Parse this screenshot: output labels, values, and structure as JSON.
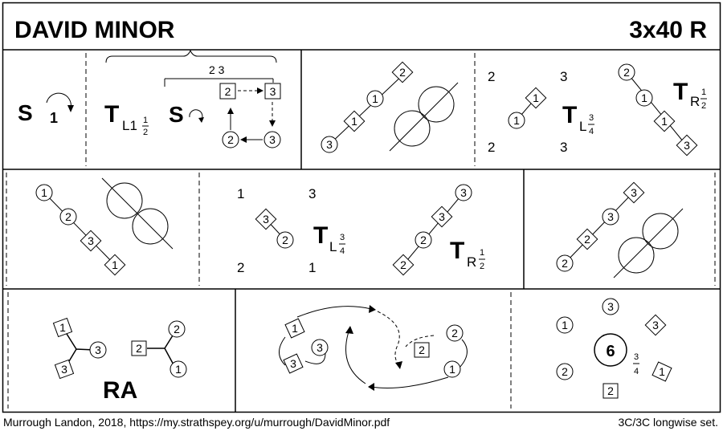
{
  "title": "DAVID MINOR",
  "bars_tempo": "3x40 R",
  "footer_credit": "Murrough Landon, 2018, https://my.strathspey.org/u/murrough/DavidMinor.pdf",
  "footer_set": "3C/3C longwise set.",
  "row1": {
    "cell1": {
      "figure": "S",
      "count": "1"
    },
    "cell2": {
      "bracket_label": "2 3",
      "turn_letter": "T",
      "turn_sub": "L1",
      "turn_frac_num": "1",
      "turn_frac_den": "2",
      "setting_letter": "S",
      "dancers": [
        "2",
        "3",
        "2",
        "3"
      ]
    },
    "cell3": {
      "dancers": [
        "2",
        "1",
        "1",
        "3"
      ]
    },
    "cell4": {
      "positions": [
        "2",
        "3",
        "2",
        "3"
      ],
      "turn1_letter": "T",
      "turn1_sub": "L",
      "turn1_num": "3",
      "turn1_den": "4",
      "turn2_letter": "T",
      "turn2_sub": "R",
      "turn2_num": "1",
      "turn2_den": "2",
      "dancers": [
        "1",
        "1",
        "2",
        "1",
        "1",
        "3"
      ]
    }
  },
  "row2": {
    "cell1": {
      "dancers": [
        "1",
        "2",
        "3",
        "1"
      ]
    },
    "cell2": {
      "positions": [
        "1",
        "3",
        "2",
        "1"
      ],
      "turn1_letter": "T",
      "turn1_sub": "L",
      "turn1_num": "3",
      "turn1_den": "4",
      "turn2_letter": "T",
      "turn2_sub": "R",
      "turn2_num": "1",
      "turn2_den": "2",
      "dancers": [
        "3",
        "2",
        "3",
        "3",
        "2",
        "2"
      ]
    },
    "cell3": {
      "dancers": [
        "3",
        "3",
        "2",
        "2"
      ]
    }
  },
  "row3": {
    "cell1": {
      "figure": "RA",
      "dancers": [
        "1",
        "3",
        "3",
        "2",
        "2",
        "1"
      ]
    },
    "cell2": {
      "dancers": [
        "1",
        "3",
        "2",
        "2",
        "1"
      ]
    },
    "cell3": {
      "centre": "6",
      "frac_num": "3",
      "frac_den": "4",
      "dancers": [
        "3",
        "1",
        "3",
        "2",
        "1",
        "2"
      ]
    }
  }
}
